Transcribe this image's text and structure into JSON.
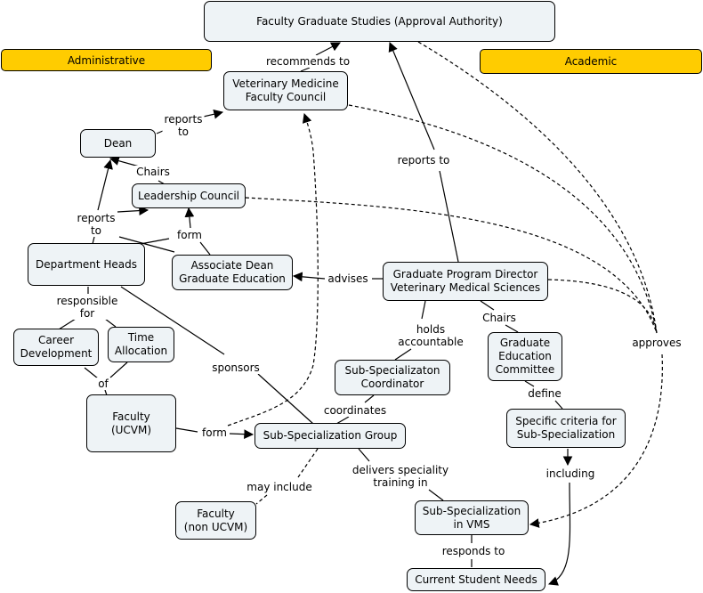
{
  "banners": {
    "administrative": "Administrative",
    "academic": "Academic"
  },
  "nodes": {
    "fgs": "Faculty Graduate Studies (Approval Authority)",
    "vmfc": "Veterinary Medicine\nFaculty Council",
    "dean": "Dean",
    "leadership": "Leadership Council",
    "dept_heads": "Department Heads",
    "assoc_dean": "Associate Dean\nGraduate Education",
    "gpd": "Graduate Program Director\nVeterinary Medical Sciences",
    "career": "Career\nDevelopment",
    "time": "Time\nAllocation",
    "faculty_ucvm": "Faculty\n(UCVM)",
    "subspec_coord": "Sub-Specializaton\nCoordinator",
    "gec": "Graduate\nEducation\nCommittee",
    "criteria": "Specific criteria for\nSub-Specialization",
    "subspec_group": "Sub-Specialization Group",
    "faculty_non": "Faculty\n(non UCVM)",
    "subspec_vms": "Sub-Specialization\nin VMS",
    "student_needs": "Current Student Needs"
  },
  "links": {
    "recommends_to": "recommends to",
    "reports_to_dean": "reports\nto",
    "chairs_dean": "Chairs",
    "reports_to_dept": "reports\nto",
    "form_assoc": "form",
    "reports_to_gpd": "reports to",
    "advises": "advises",
    "responsible_for": "responsible\nfor",
    "of": "of",
    "sponsors": "sponsors",
    "form_faculty": "form",
    "holds_accountable": "holds\naccountable",
    "chairs_gpd": "Chairs",
    "coordinates": "coordinates",
    "define": "define",
    "including": "including",
    "approves": "approves",
    "may_include": "may include",
    "delivers": "delivers speciality\ntraining in",
    "responds_to": "responds to"
  }
}
